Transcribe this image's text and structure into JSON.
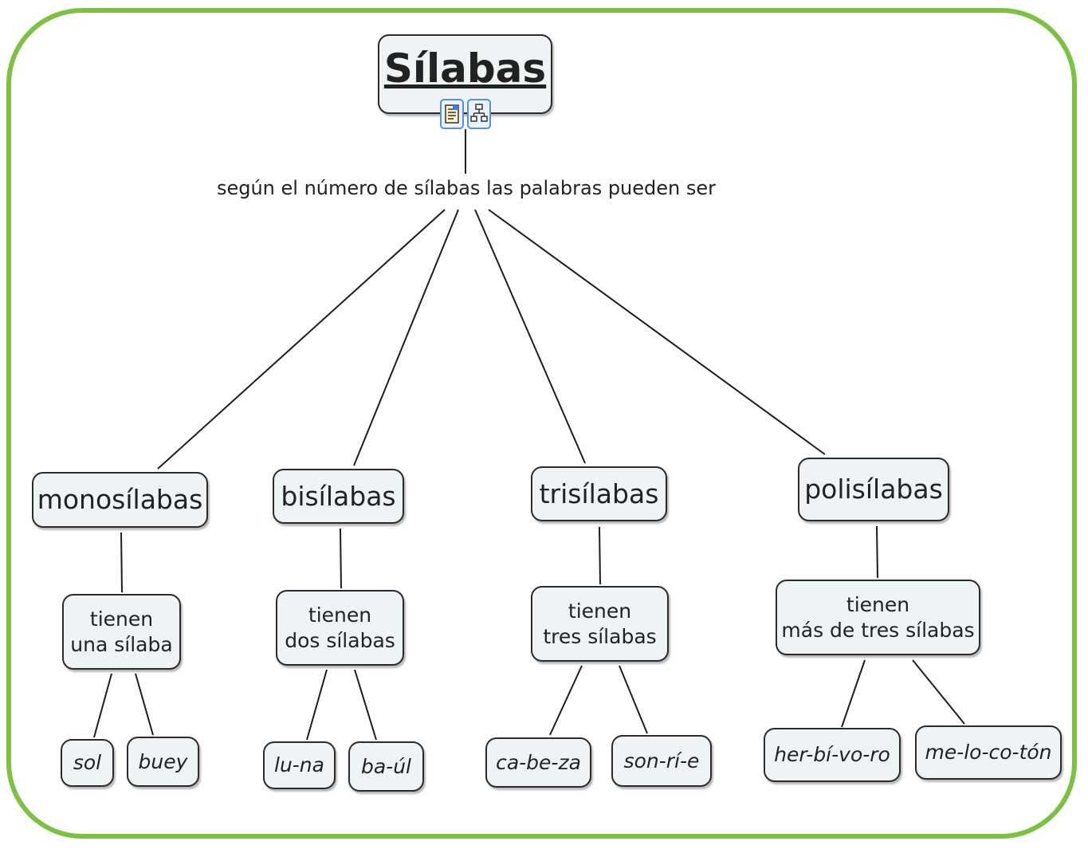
{
  "diagram": {
    "title": "Sílabas",
    "link_phrase": "según el número de sílabas las palabras pueden ser",
    "icons": [
      "document-resource-icon",
      "concept-map-resource-icon"
    ],
    "categories": [
      {
        "label": "monosílabas",
        "description": [
          "tienen",
          "una sílaba"
        ],
        "examples": [
          "sol",
          "buey"
        ]
      },
      {
        "label": "bisílabas",
        "description": [
          "tienen",
          "dos sílabas"
        ],
        "examples": [
          "lu-na",
          "ba-úl"
        ]
      },
      {
        "label": "trisílabas",
        "description": [
          "tienen",
          "tres sílabas"
        ],
        "examples": [
          "ca-be-za",
          "son-rí-e"
        ]
      },
      {
        "label": "polisílabas",
        "description": [
          "tienen",
          "más de tres sílabas"
        ],
        "examples": [
          "her-bí-vo-ro",
          "me-lo-co-tón"
        ]
      }
    ]
  },
  "colors": {
    "frame_border": "#7dc142",
    "node_fill": "#eef3f6",
    "node_border": "#2b2b2b",
    "icon_border": "#5b8fd8"
  }
}
